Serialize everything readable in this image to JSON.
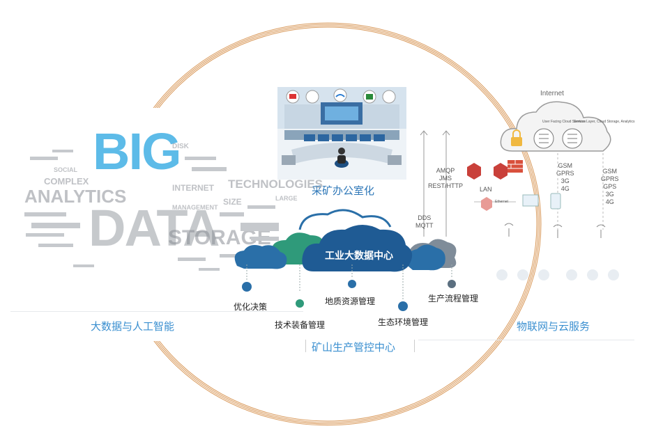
{
  "sections": {
    "big_data": "大数据与人工智能",
    "office": "采矿办公室化",
    "control_center": "矿山生产管控中心",
    "iot_cloud": "物联网与云服务"
  },
  "center_cloud": "工业大数据中心",
  "functions": {
    "optimize": "优化决策",
    "tech_equipment": "技术装备管理",
    "geo_resource": "地质资源管理",
    "ecology": "生态环境管理",
    "production_flow": "生产流程管理"
  },
  "big_data_words": {
    "big": "BIG",
    "data": "DATA",
    "analytics": "ANALYTICS",
    "storage": "STORAGE",
    "technologies": "TECHNOLOGIES",
    "complex": "COMPLEX",
    "internet": "INTERNET",
    "social": "SOCIAL",
    "management": "MANAGEMENT",
    "size": "SIZE",
    "large": "LARGE",
    "disk": "DISK"
  },
  "protocols": {
    "dds": "DDS",
    "mqtt": "MQTT",
    "amqp": "AMQP",
    "jms": "JMS",
    "rest": "REST/HTTP"
  },
  "network": {
    "internet": "Internet",
    "lan": "LAN",
    "ethernet": "Ethernet",
    "cloud_left": "User Facing Cloud Services",
    "cloud_right": "Service Layer, Cloud Storage, Analytics",
    "mobile_a": [
      "GSM",
      "GPRS",
      "3G",
      "4G"
    ],
    "mobile_b": [
      "GSM",
      "GPRS",
      "GPS",
      "3G",
      "4G"
    ]
  },
  "colors": {
    "ring": "#d9995a",
    "cloud_blue": "#2a6fa8",
    "cloud_navy": "#1f5b94",
    "cloud_teal": "#2f9a7a",
    "label_blue": "#3a8fd0",
    "router_red": "#c9403a"
  }
}
